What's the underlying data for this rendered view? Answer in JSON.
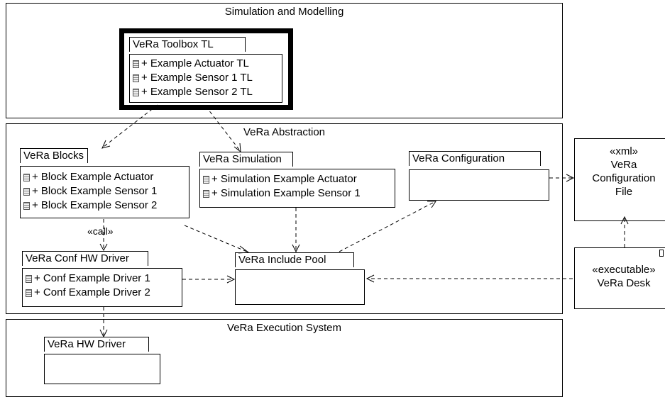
{
  "frames": {
    "simulation_modelling": "Simulation and Modelling",
    "abstraction": "VeRa Abstraction",
    "execution_system": "VeRa Execution System"
  },
  "toolbox": {
    "title": "VeRa Toolbox TL",
    "items": [
      "+ Example Actuator TL",
      "+ Example Sensor 1 TL",
      "+ Example Sensor 2 TL"
    ]
  },
  "blocks": {
    "title": "VeRa Blocks",
    "items": [
      "+ Block Example Actuator",
      "+ Block Example Sensor 1",
      "+ Block Example Sensor 2"
    ]
  },
  "simulation": {
    "title": "VeRa Simulation",
    "items": [
      "+ Simulation Example Actuator",
      "+ Simulation Example Sensor 1"
    ]
  },
  "configuration": {
    "title": "VeRa Configuration"
  },
  "conf_hw_driver": {
    "title": "VeRa Conf HW Driver",
    "items": [
      "+ Conf Example Driver 1",
      "+ Conf Example Driver 2"
    ]
  },
  "include_pool": {
    "title": "VeRa Include Pool"
  },
  "hw_driver": {
    "title": "VeRa HW Driver"
  },
  "config_file": {
    "stereotype": "«xml»",
    "line1": "VeRa",
    "line2": "Configuration",
    "line3": "File"
  },
  "desk": {
    "stereotype": "«executable»",
    "name": "VeRa Desk"
  },
  "call_label": "«call»",
  "icon": "class-member-icon",
  "colors": {
    "line": "#000000",
    "background": "#ffffff"
  }
}
